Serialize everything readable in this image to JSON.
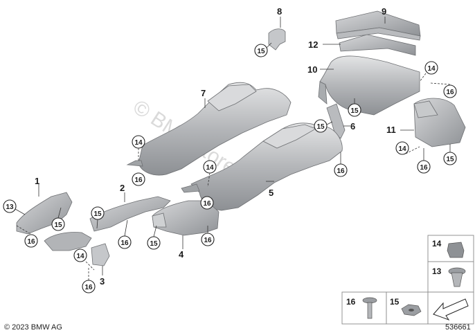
{
  "diagram": {
    "callouts": [
      "1",
      "2",
      "3",
      "4",
      "5",
      "6",
      "7",
      "8",
      "9",
      "10",
      "11",
      "12"
    ],
    "small_parts": {
      "p13": "13",
      "p14": "14",
      "p15": "15",
      "p16": "16"
    },
    "legend": {
      "box14": "14",
      "box13": "13",
      "box16": "16",
      "box15": "15"
    },
    "watermark": "© BMWstore.pl",
    "copyright": "© 2023 BMW AG",
    "diagram_id": "536661",
    "colors": {
      "part_fill": "#9b9ea2",
      "part_light": "#c9cbcd",
      "ink": "#1a1a1a"
    }
  }
}
